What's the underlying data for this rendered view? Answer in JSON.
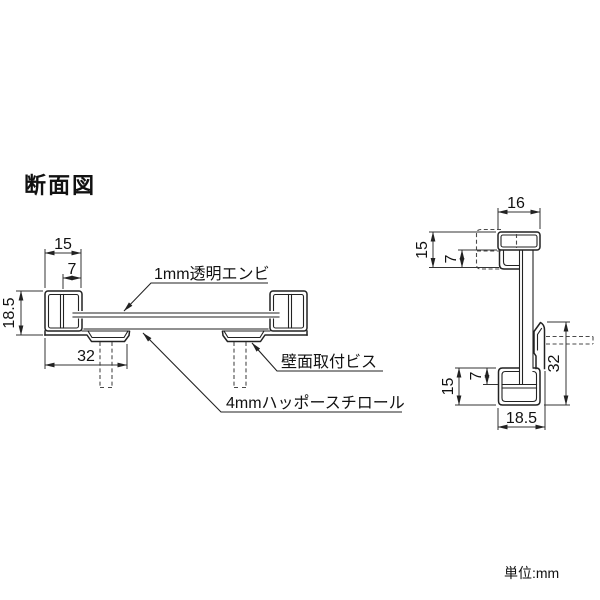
{
  "title": "断面図",
  "unit_label": "単位:mm",
  "colors": {
    "background": "#ffffff",
    "line": "#222222",
    "dash_line": "#4a4a4a"
  },
  "section_a": {
    "description": "horizontal cross-section of frame with panel",
    "dims": {
      "top_width": "15",
      "inner_width": "7",
      "height": "18.5",
      "flange_width": "32"
    },
    "labels": {
      "clear_pvc": "1mm透明エンビ",
      "wall_screw": "壁面取付ビス",
      "foam_board": "4mmハッポースチロール"
    }
  },
  "section_b": {
    "description": "vertical cross-section of frame profile",
    "dims": {
      "depth": "16",
      "top_height": "15",
      "top_inner_height": "7",
      "bottom_height": "15",
      "bottom_inner_height": "7",
      "hook_length": "32",
      "bottom_depth": "18.5"
    }
  }
}
